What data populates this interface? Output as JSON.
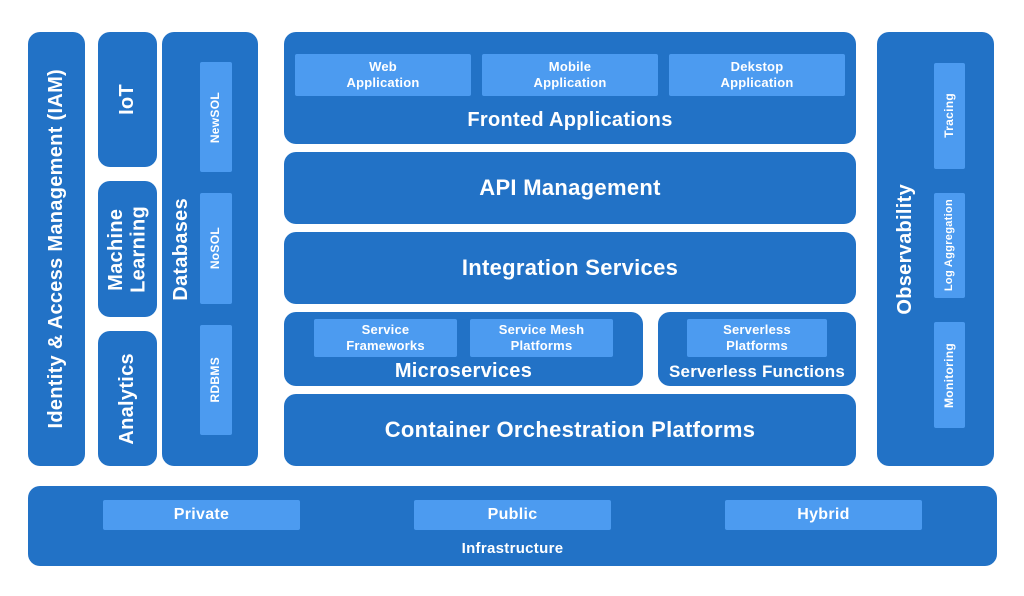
{
  "colors": {
    "dark_blue": "#2272c6",
    "light_blue": "#4c9bf0",
    "background": "#ffffff",
    "text": "#ffffff"
  },
  "iam": {
    "label": "Identity & Access Management (IAM)"
  },
  "left_stack": {
    "items": [
      [
        "IoT"
      ],
      [
        "Machine",
        "Learning"
      ],
      [
        "Analytics"
      ]
    ]
  },
  "databases": {
    "label": "Databases",
    "items": [
      "NewSOL",
      "NoSOL",
      "RDBMS"
    ]
  },
  "frontend": {
    "label": "Fronted Applications",
    "items": [
      [
        "Web",
        "Application"
      ],
      [
        "Mobile",
        "Application"
      ],
      [
        "Dekstop",
        "Application"
      ]
    ]
  },
  "api_management": {
    "label": "API Management"
  },
  "integration": {
    "label": "Integration Services"
  },
  "microservices": {
    "label": "Microservices",
    "items": [
      [
        "Service",
        "Frameworks"
      ],
      [
        "Service Mesh",
        "Platforms"
      ]
    ]
  },
  "serverless": {
    "label": "Serverless Functions",
    "items": [
      [
        "Serverless",
        "Platforms"
      ]
    ]
  },
  "orchestration": {
    "label": "Container Orchestration Platforms"
  },
  "observability": {
    "label": "Observability",
    "items": [
      "Tracing",
      "Log Aggregation",
      "Monitoring"
    ]
  },
  "infrastructure": {
    "label": "Infrastructure",
    "items": [
      "Private",
      "Public",
      "Hybrid"
    ]
  }
}
